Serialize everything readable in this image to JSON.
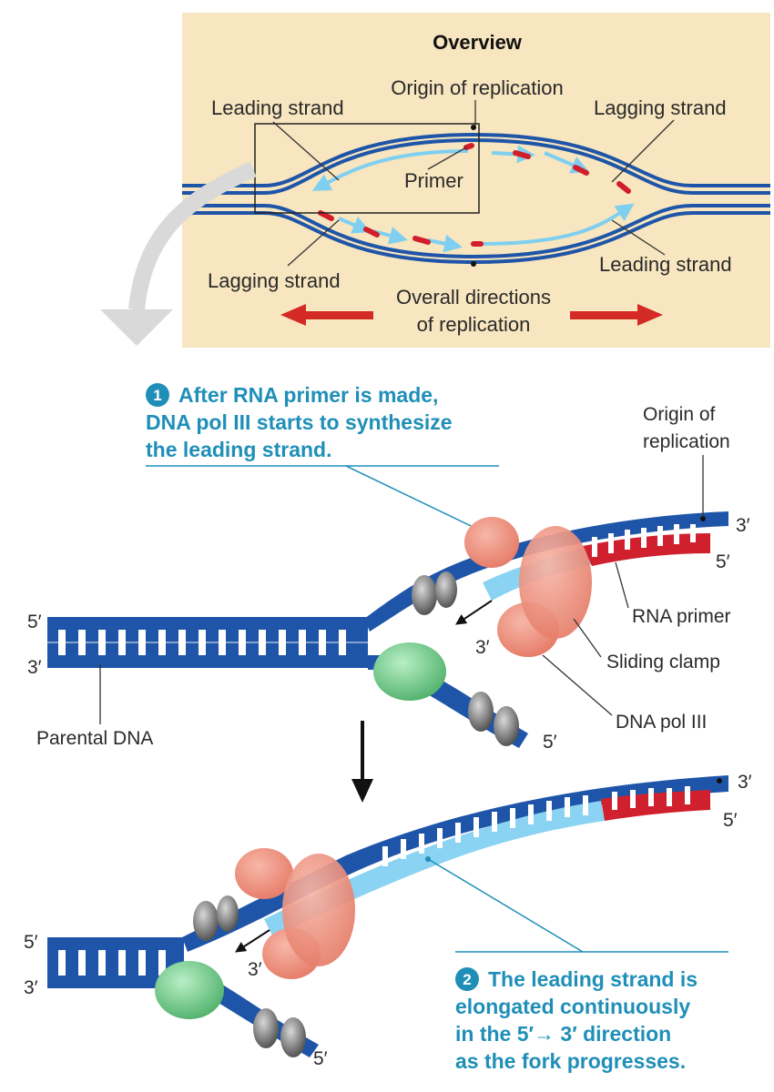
{
  "overview": {
    "title": "Overview",
    "origin_label": "Origin of replication",
    "leading_strand_top": "Leading strand",
    "lagging_strand_top": "Lagging strand",
    "primer_label": "Primer",
    "lagging_strand_bottom": "Lagging strand",
    "leading_strand_bottom": "Leading strand",
    "directions_line1": "Overall directions",
    "directions_line2": "of replication",
    "colors": {
      "background": "#f7e6bf",
      "dna": "#1f55a8",
      "new_strand": "#7fcff0",
      "primer": "#d21e2a",
      "arrow": "#d42a25"
    }
  },
  "step1": {
    "number": "1",
    "line1": "After RNA primer is made,",
    "line2": "DNA pol III starts to synthesize",
    "line3": "the leading strand.",
    "origin_line1": "Origin of",
    "origin_line2": "replication",
    "end_3_top": "3′",
    "end_5_right": "5′",
    "left_5": "5′",
    "left_3": "3′",
    "mid_3": "3′",
    "bottom_5": "5′",
    "rna_primer": "RNA primer",
    "sliding_clamp": "Sliding clamp",
    "dna_pol": "DNA pol III",
    "parental_dna": "Parental DNA"
  },
  "step2": {
    "number": "2",
    "line1": "The leading strand is",
    "line2": "elongated continuously",
    "line3": "in the 5′→ 3′ direction",
    "line4": "as the fork progresses.",
    "end_3_top": "3′",
    "end_5_right": "5′",
    "left_5": "5′",
    "left_3": "3′",
    "mid_3": "3′",
    "bottom_5": "5′"
  },
  "colors": {
    "dna_blue": "#1f55a8",
    "new_strand": "#8ad3f2",
    "primer_red": "#d0202e",
    "pol_salmon": "#ef8f7d",
    "helicase_green": "#7ed39a",
    "ssb_gray": "#777777",
    "step_text": "#1f8fb8"
  }
}
